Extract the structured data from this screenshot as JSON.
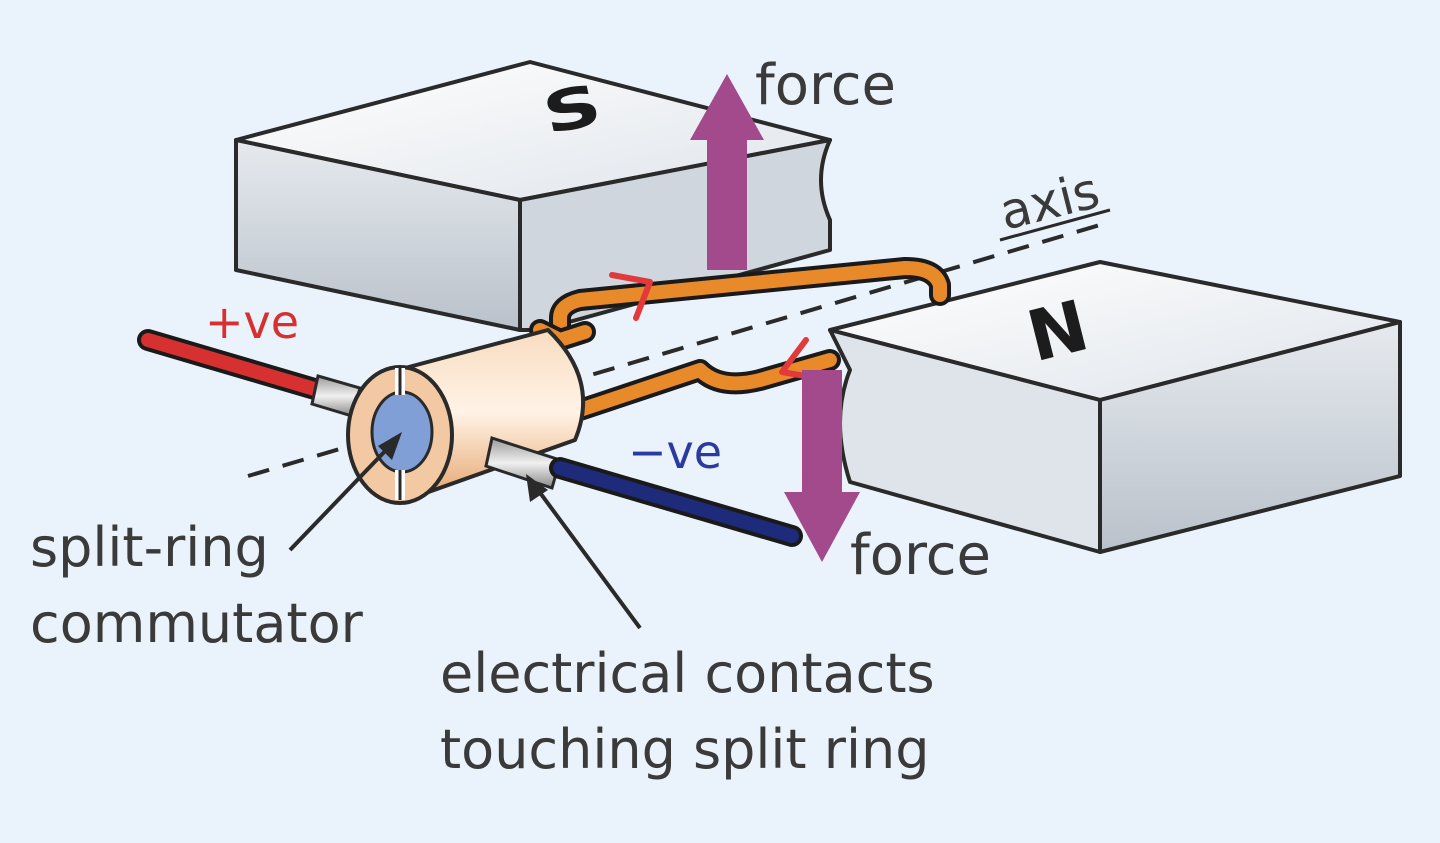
{
  "diagram": {
    "magnets": {
      "south": "S",
      "north": "N"
    },
    "labels": {
      "force_top": "force",
      "force_bottom": "force",
      "axis": "axis",
      "positive": "+ve",
      "negative": "−ve",
      "commutator_line1": "split-ring",
      "commutator_line2": "commutator",
      "contacts_line1": "electrical contacts",
      "contacts_line2": "touching split ring"
    },
    "colors": {
      "background": "#eaf3fb",
      "magnet_face": "#f2f5f8",
      "magnet_side": "#c9d0d8",
      "coil": "#e8892a",
      "force_arrow": "#a24a8c",
      "positive_wire": "#d63030",
      "negative_wire": "#1e2a7a",
      "commutator": "#f2c9a3",
      "commutator_core": "#7f9fd6",
      "current_arrow": "#e23a3a"
    }
  }
}
